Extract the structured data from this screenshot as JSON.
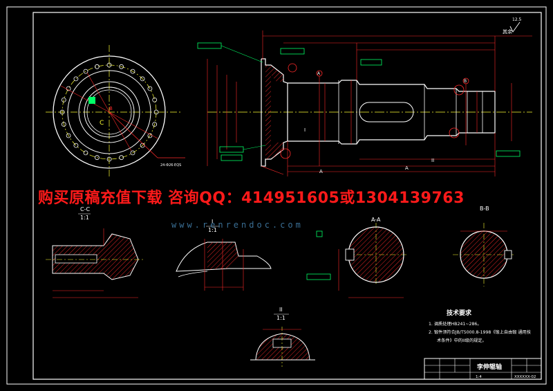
{
  "watermark": {
    "text": "购买原稿充值下载 咨询QQ：414951605或1304139763",
    "site": "www.renrendoc.com"
  },
  "views": {
    "section_cc": {
      "label": "C-C",
      "scale": "1:1"
    },
    "detail_i": {
      "label": "I",
      "scale": "1:1"
    },
    "section_aa": {
      "label": "A-A"
    },
    "section_bb": {
      "label": "B-B"
    },
    "detail_ii": {
      "label": "II",
      "scale": "1:1"
    }
  },
  "main_view": {
    "roughness_rest": "其余",
    "roughness_value": "12.5",
    "section_marks": [
      "A",
      "B",
      "C"
    ]
  },
  "tech_requirements": {
    "title": "技术要求",
    "items": [
      "1. 调质处理HB241~286。",
      "2. 锻件须符合JB/T5000.8-1998《锻上自由锻 通用技",
      "术条件》中的II级的规定。"
    ]
  },
  "title_block": {
    "part_name": "李伸辊轴",
    "scale": "1:4",
    "drawing_no": "XXXXXX-02"
  },
  "colors": {
    "background": "#000000",
    "border": "#ffffff",
    "geometry": "#ffffff",
    "dimension": "#ff2a2a",
    "centerline": "#ffff33",
    "annotation": "#00ff66",
    "hatch": "#ff2a2a",
    "watermark": "#ff1a1a"
  }
}
